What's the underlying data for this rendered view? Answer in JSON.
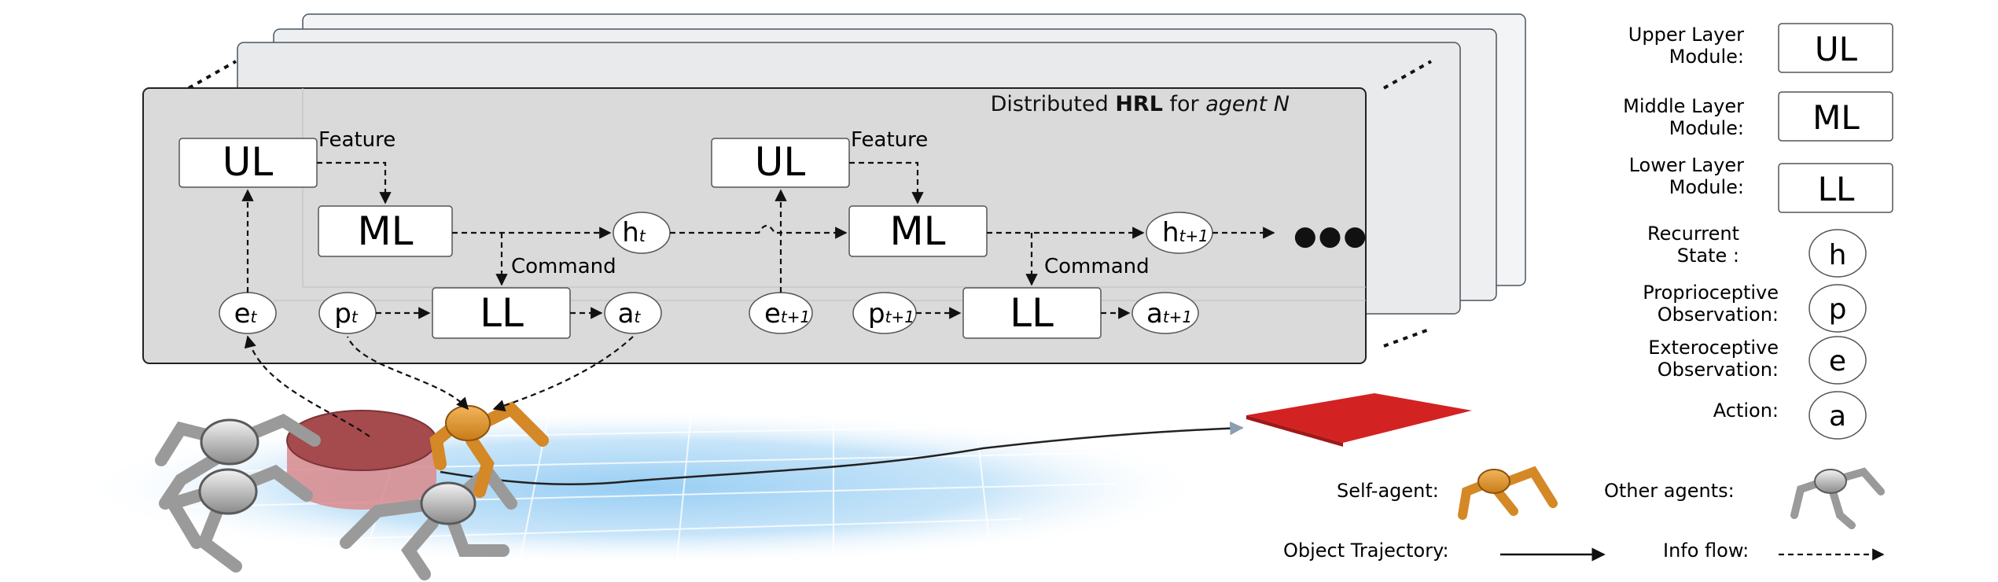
{
  "panel": {
    "title_prefix": "Distributed ",
    "title_bold": "HRL",
    "title_mid": " for ",
    "title_italic": "agent N"
  },
  "nodes": {
    "ul": "UL",
    "ml": "ML",
    "ll": "LL"
  },
  "labels": {
    "feature": "Feature",
    "command": "Command",
    "ellipsis": "●●●"
  },
  "states": {
    "h_base": "h",
    "h_t": "t",
    "h_t1": "t+1",
    "e_base": "e",
    "e_t": "t",
    "e_t1": "t+1",
    "p_base": "p",
    "p_t": "t",
    "p_t1": "t+1",
    "a_base": "a",
    "a_t": "t",
    "a_t1": "t+1"
  },
  "legend": {
    "upper_l1": "Upper Layer",
    "upper_l2": "Module:",
    "upper_box": "UL",
    "middle_l1": "Middle Layer",
    "middle_l2": "Module:",
    "middle_box": "ML",
    "lower_l1": "Lower Layer",
    "lower_l2": "Module:",
    "lower_box": "LL",
    "recurrent_l1": "Recurrent",
    "recurrent_l2": "State :",
    "recurrent_sym": "h",
    "proprio_l1": "Proprioceptive",
    "proprio_l2": "Observation:",
    "proprio_sym": "p",
    "extero_l1": "Exteroceptive",
    "extero_l2": "Observation:",
    "extero_sym": "e",
    "action_l1": "Action:",
    "action_sym": "a",
    "self_agent": "Self-agent:",
    "other_agents": "Other agents:",
    "object_trajectory": "Object Trajectory:",
    "info_flow": "Info flow:"
  },
  "colors": {
    "panel_fill": "#dadada",
    "stack_fill": "#eeeeee",
    "self_agent": "#e39a2d",
    "other_agents": "#bfbfbf",
    "object": "#b3585a",
    "target": "#d22222",
    "floor": "#8cc8f2"
  }
}
